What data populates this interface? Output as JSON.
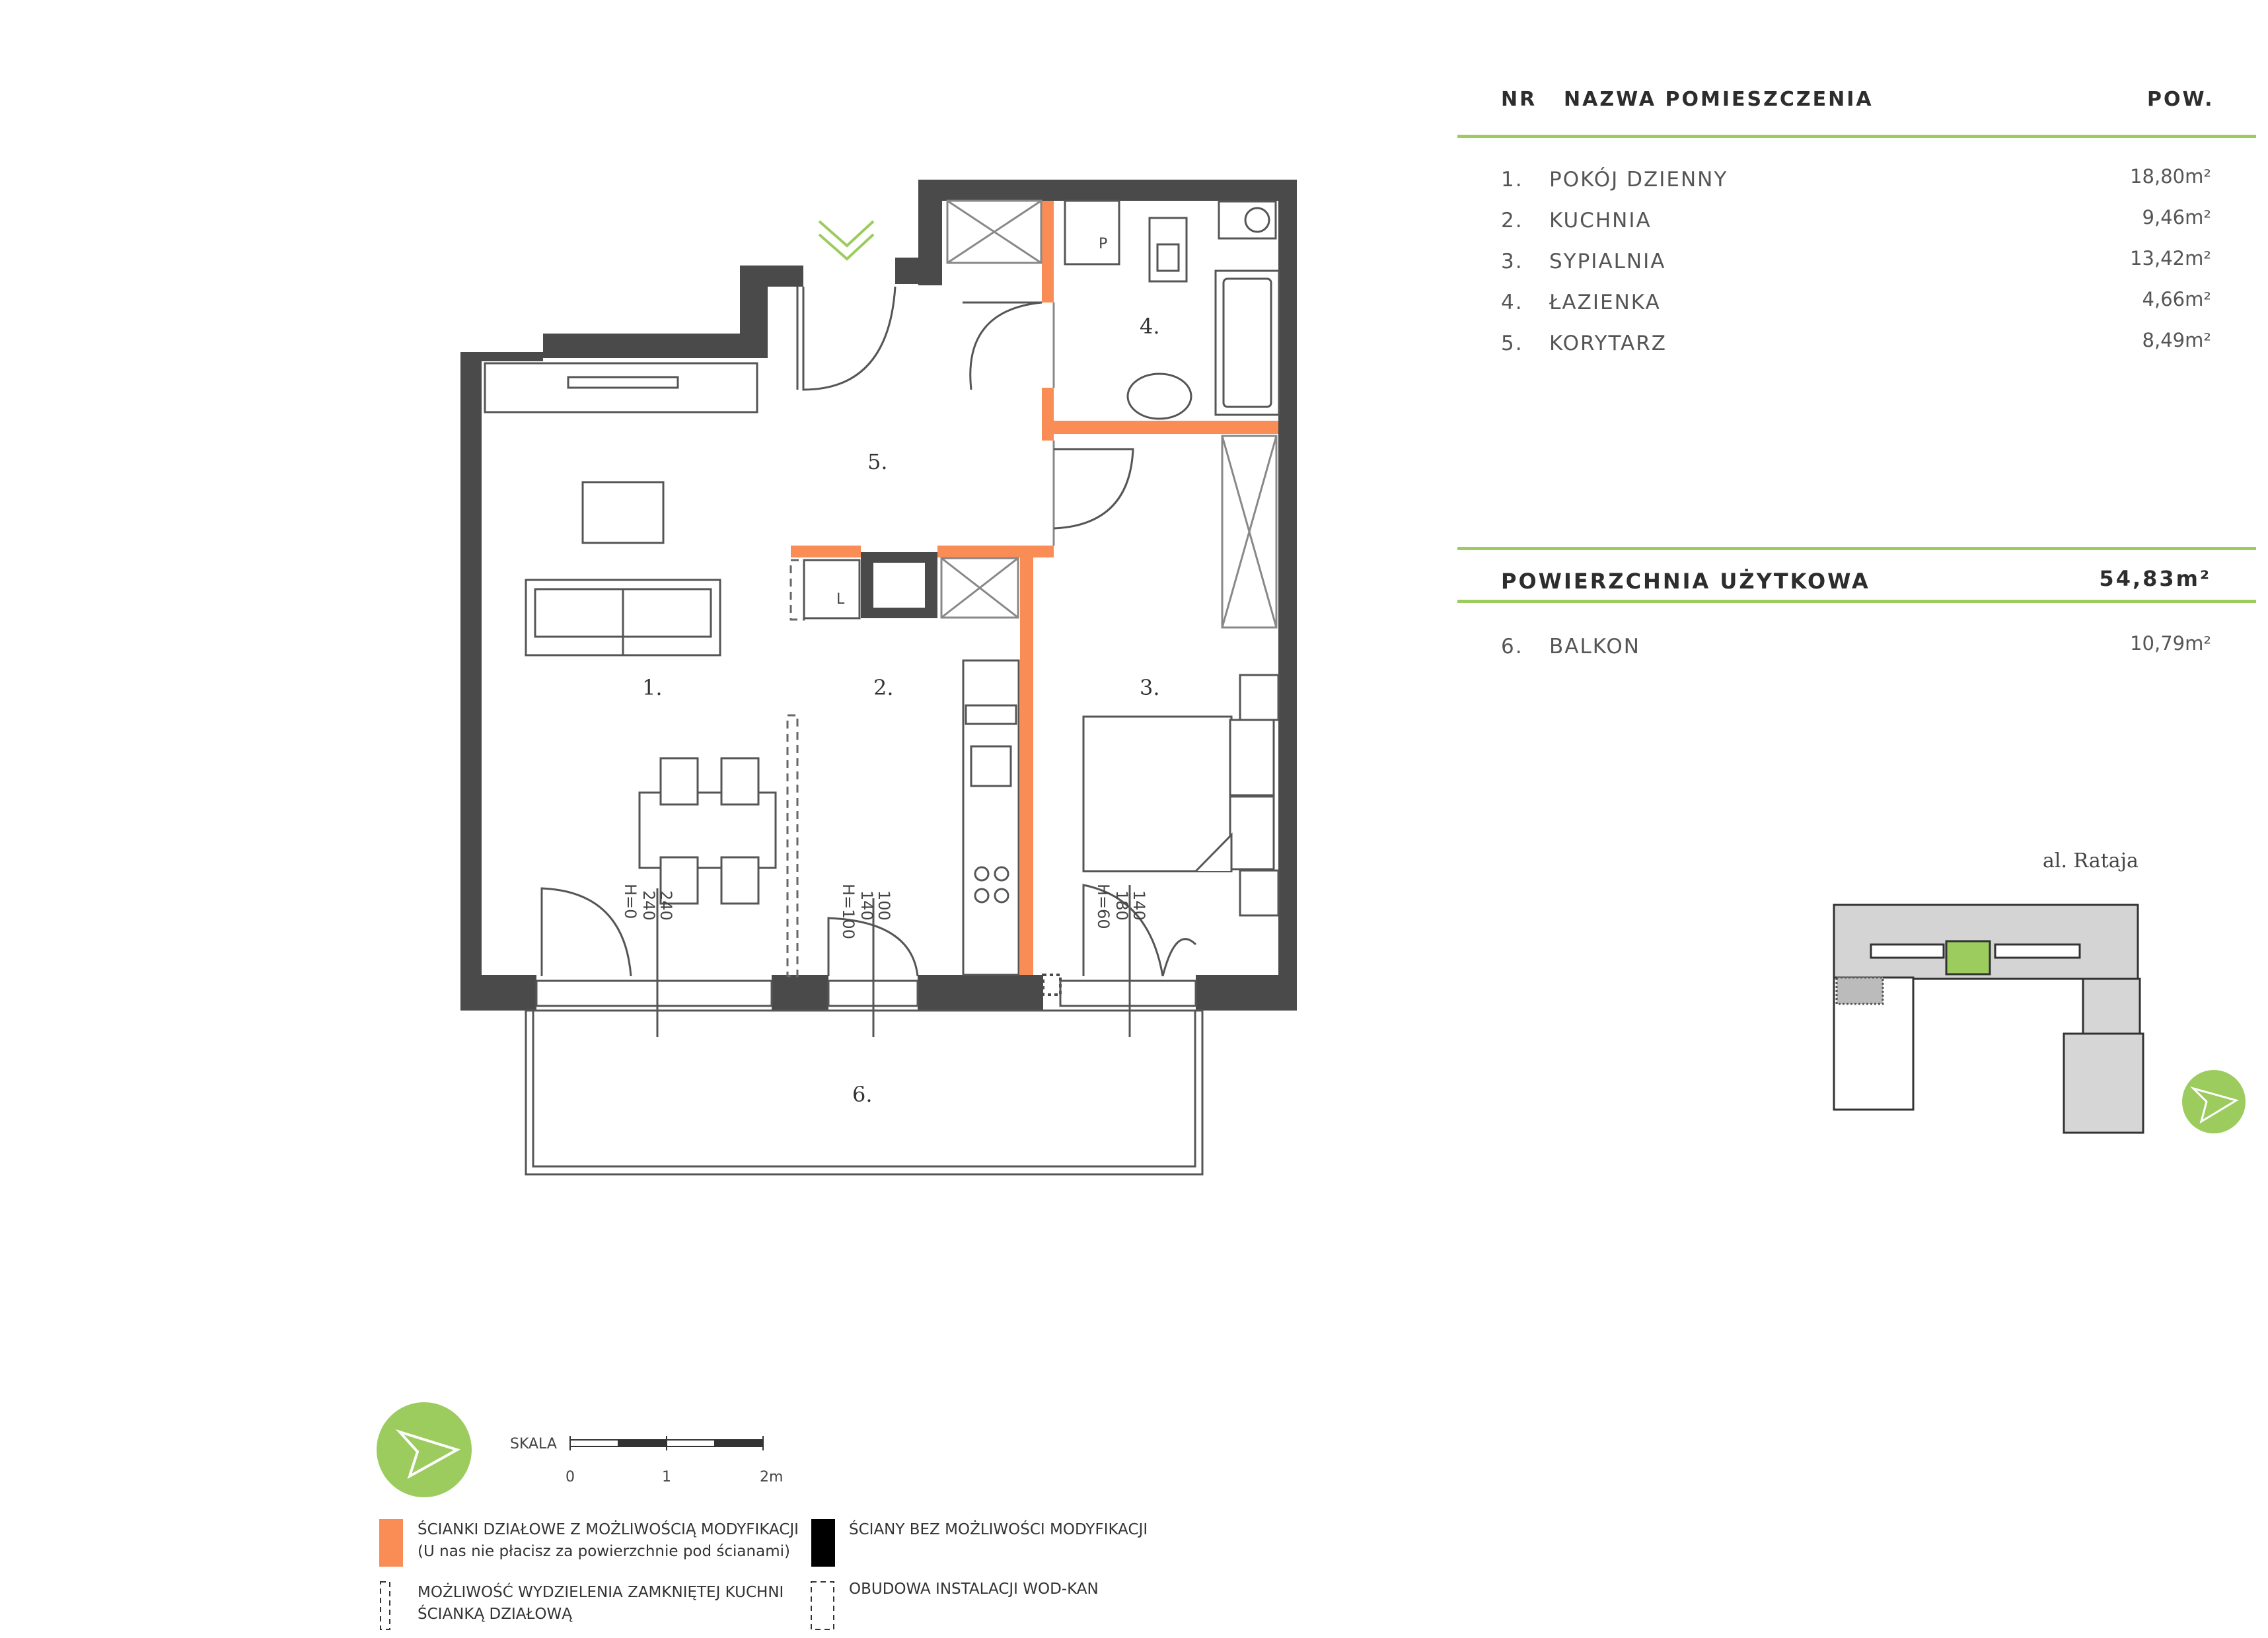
{
  "table": {
    "header": {
      "nr": "NR",
      "name": "NAZWA POMIESZCZENIA",
      "area": "POW."
    },
    "rooms": [
      {
        "nr": "1.",
        "name": "POKÓJ DZIENNY",
        "area": "18,80m²"
      },
      {
        "nr": "2.",
        "name": "KUCHNIA",
        "area": "9,46m²"
      },
      {
        "nr": "3.",
        "name": "SYPIALNIA",
        "area": "13,42m²"
      },
      {
        "nr": "4.",
        "name": "ŁAZIENKA",
        "area": "4,66m²"
      },
      {
        "nr": "5.",
        "name": "KORYTARZ",
        "area": "8,49m²"
      }
    ],
    "total_label": "POWIERZCHNIA UŻYTKOWA",
    "total_area": "54,83m²",
    "balcony": {
      "nr": "6.",
      "name": "BALKON",
      "area": "10,79m²"
    }
  },
  "plan": {
    "room_labels": [
      "1.",
      "2.",
      "3.",
      "4.",
      "5.",
      "6."
    ],
    "fixture_labels": {
      "fridge": "P",
      "sink": "L"
    },
    "window_dims": [
      {
        "w": "240",
        "h_top": "240",
        "sill": "H=0"
      },
      {
        "w": "100",
        "h_top": "140",
        "sill": "H=100"
      },
      {
        "w": "140",
        "h_top": "180",
        "sill": "H=60"
      }
    ]
  },
  "site": {
    "street": "al. Rataja"
  },
  "scale": {
    "label": "SKALA",
    "ticks": [
      "0",
      "1",
      "2m"
    ]
  },
  "legend": {
    "movable_walls": "ŚCIANKI DZIAŁOWE Z MOŻLIWOŚCIĄ MODYFIKACJI",
    "movable_walls_note": "(U nas nie płacisz za powierzchnie pod ścianami)",
    "fixed_walls": "ŚCIANY BEZ MOŻLIWOŚCI MODYFIKACJI",
    "kitchen_option_line1": "MOŻLIWOŚĆ WYDZIELENIA ZAMKNIĘTEJ KUCHNI",
    "kitchen_option_line2": "ŚCIANKĄ DZIAŁOWĄ",
    "installation": "OBUDOWA INSTALACJI WOD-KAN"
  },
  "colors": {
    "accent": "#9ccb5e",
    "movable_wall": "#fa8c55",
    "fixed_wall": "#4a4a4a",
    "key_plan_highlight": "#9ccb5e"
  },
  "icons": [
    "north-arrow-icon",
    "entrance-arrow-icon",
    "compass-icon"
  ]
}
